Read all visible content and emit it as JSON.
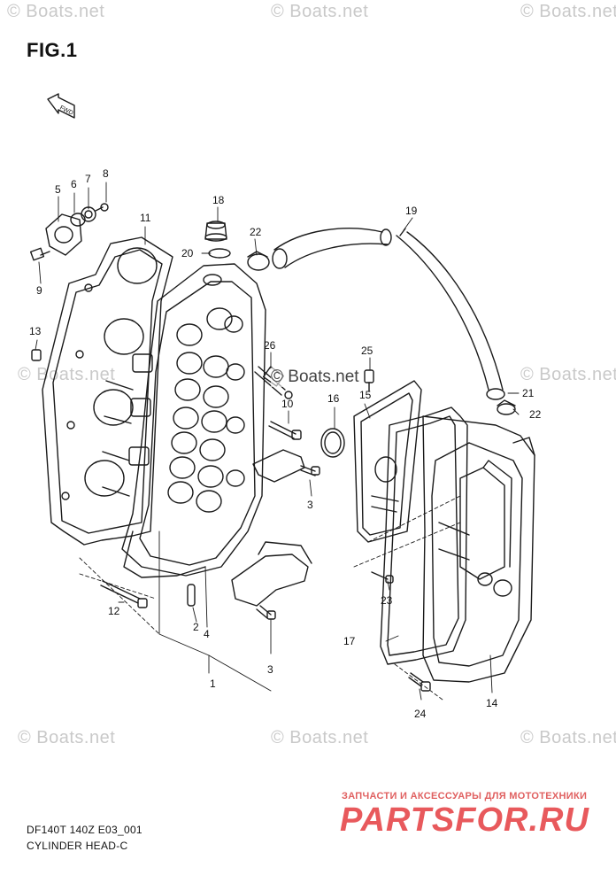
{
  "figure_label": "FIG.1",
  "fwd_label": "FWD",
  "watermarks": {
    "repeat": "© Boats.net",
    "center": "© Boats.net"
  },
  "callouts": {
    "c1": "1",
    "c2": "2",
    "c3a": "3",
    "c3b": "3",
    "c4": "4",
    "c5": "5",
    "c6": "6",
    "c7": "7",
    "c8": "8",
    "c9": "9",
    "c10": "10",
    "c11": "11",
    "c12": "12",
    "c13": "13",
    "c14": "14",
    "c15": "15",
    "c16": "16",
    "c17": "17",
    "c18": "18",
    "c19": "19",
    "c20": "20",
    "c21": "21",
    "c22a": "22",
    "c22b": "22",
    "c23": "23",
    "c24": "24",
    "c25": "25",
    "c26": "26"
  },
  "footer": {
    "model_code": "DF140T 140Z E03_001",
    "section_name": "CYLINDER HEAD-C"
  },
  "brand": {
    "tagline": "ЗАПЧАСТИ И АКСЕССУАРЫ ДЛЯ МОТОТЕХНИКИ",
    "name": "PARTSFOR.RU"
  },
  "colors": {
    "line": "#1a1a1a",
    "watermark": "#c9c9c9",
    "brand": "#e8595c"
  }
}
